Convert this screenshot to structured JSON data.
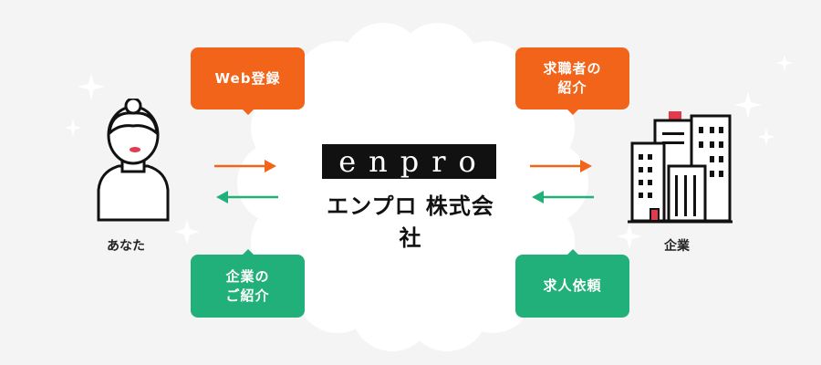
{
  "logo": {
    "wordmark": "enpro",
    "company_name": "エンプロ 株式会社"
  },
  "bubbles": {
    "web_register": "Web登録",
    "job_seeker_intro": "求職者の\n紹介",
    "company_intro": "企業の\nご紹介",
    "job_request": "求人依頼"
  },
  "captions": {
    "you": "あなた",
    "company": "企業"
  },
  "colors": {
    "orange": "#f26419",
    "green": "#22b07a",
    "background": "#f4f4f4",
    "cloud": "#ffffff",
    "accent_red": "#e23b4e"
  },
  "icons": {
    "person": "person-icon",
    "buildings": "buildings-icon",
    "sparkle": "sparkle-icon"
  }
}
